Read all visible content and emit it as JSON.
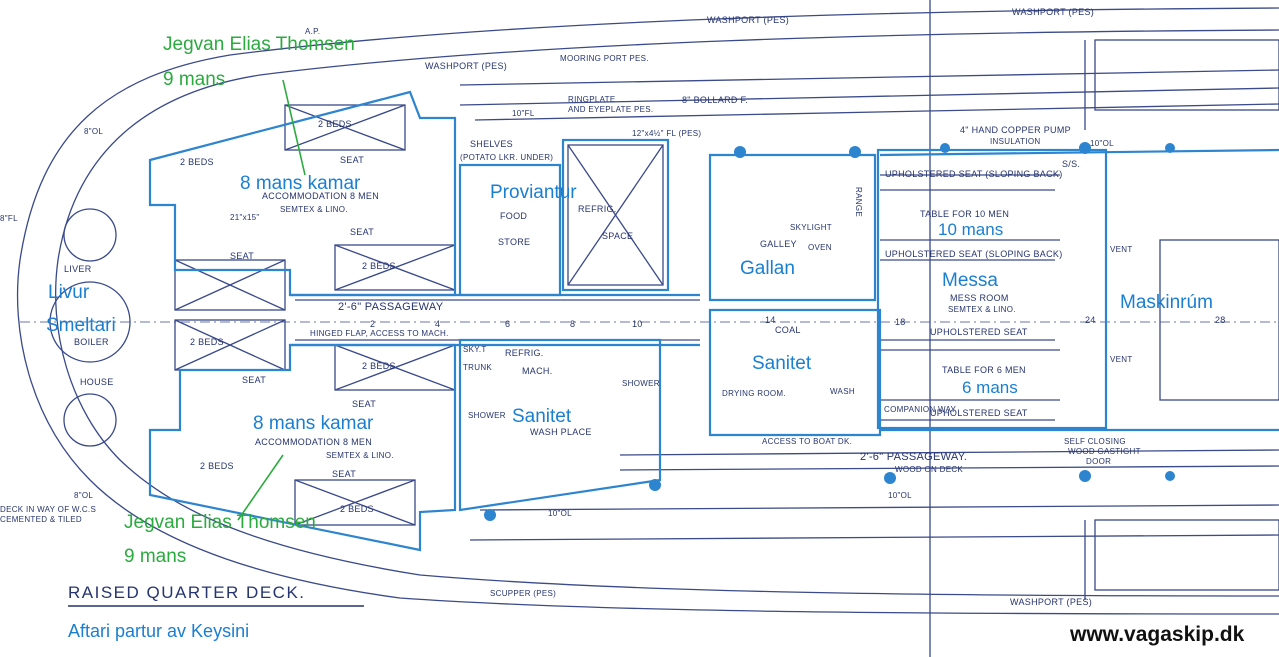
{
  "overlay_labels": {
    "crew_top_name": "Jegvan Elias Thomsen",
    "crew_top_count": "9 mans",
    "cabin_top": "8 mans kamar",
    "proviantur": "Proviantur",
    "livur": "Livur",
    "smeltari": "Smeltari",
    "gallan": "Gallan",
    "messa": "Messa",
    "mess_table_top": "10 mans",
    "maskinrum": "Maskinrúm",
    "sanitet_right": "Sanitet",
    "sanitet_left": "Sanitet",
    "cabin_bottom": "8 mans kamar",
    "crew_bottom_name": "Jegvan Elias Thomsen",
    "crew_bottom_count": "9 mans",
    "mess_table_bottom": "6 mans"
  },
  "printed_labels": {
    "washport_1": "WASHPORT (PES)",
    "washport_2": "WASHPORT (PES)",
    "washport_3": "WASHPORT (PES)",
    "washport_4": "WASHPORT (PES)",
    "ap": "A.P.",
    "mooring_port": "MOORING PORT PES.",
    "ringplate": "RINGPLATE",
    "eyeplate": "AND EYEPLATE PES.",
    "bollard": "8\" BOLLARD F.",
    "fl_10_a": "10\"FL",
    "fl_8_a": "8\"OL",
    "fl_8_b": "8\"OL",
    "fl_8_left": "8\"FL",
    "fl_12": "12\"x4½\" FL (PES)",
    "hand_pump": "4\" HAND COPPER PUMP",
    "insulation": "INSULATION",
    "beds_1": "2 BEDS",
    "beds_2": "2 BEDS",
    "beds_3": "2 BEDS",
    "beds_4": "2 BEDS",
    "beds_5": "2 BEDS",
    "beds_6": "2 BEDS",
    "beds_7": "2 BEDS",
    "seat_1": "SEAT",
    "seat_2": "SEAT",
    "seat_3": "SEAT",
    "seat_4": "SEAT",
    "seat_5": "SEAT",
    "seat_6": "SEAT",
    "accommodation_top": "ACCOMMODATION 8 MEN",
    "semtex_top": "SEMTEX & LINO.",
    "accommodation_bottom": "ACCOMMODATION 8 MEN",
    "semtex_bottom": "SEMTEX & LINO.",
    "shelves": "SHELVES",
    "potato": "(POTATO LKR. UNDER)",
    "food": "FOOD",
    "store": "STORE",
    "refrig": "REFRIG.",
    "space": "SPACE",
    "galley": "GALLEY",
    "skylight": "SKYLIGHT",
    "oven": "OVEN",
    "range": "RANGE",
    "upholstered_1": "UPHOLSTERED SEAT (SLOPING BACK)",
    "table_10": "TABLE FOR 10 MEN",
    "upholstered_2": "UPHOLSTERED SEAT (SLOPING BACK)",
    "mess_room": "MESS ROOM",
    "mess_semtex": "SEMTEX & LINO.",
    "upholstered_3": "UPHOLSTERED SEAT",
    "table_6": "TABLE FOR 6 MEN",
    "upholstered_4": "UPHOLSTERED SEAT",
    "ss": "S/S.",
    "liver": "LIVER",
    "boiler": "BOILER",
    "house": "HOUSE",
    "passageway_top": "2'-6\" PASSAGEWAY",
    "hinged_flap": "HINGED FLAP, ACCESS TO MACH.",
    "refrig_mach": "REFRIG.",
    "mach": "MACH.",
    "sky_t": "SKY.T",
    "trunk": "TRUNK",
    "shower_1": "SHOWER",
    "shower_2": "SHOWER",
    "wash_place": "WASH PLACE",
    "coal": "COAL",
    "drying_room": "DRYING ROOM.",
    "wash": "WASH",
    "companion_way": "COMPANION WAY",
    "access_boat_deck": "ACCESS TO BOAT DK.",
    "passageway_bottom": "2'-6\" PASSAGEWAY.",
    "wood_deck": "WOOD ON DECK",
    "self_closing": "SELF CLOSING",
    "wood_gastight": "WOOD GASTIGHT",
    "door": "DOOR",
    "deck_in_way": "DECK IN WAY OF W.C.S",
    "cemented": "CEMENTED & TILED",
    "scupper": "SCUPPER (PES)",
    "fl_10_b": "10\"OL",
    "fl_10_c": "10\"OL",
    "fl_10_d": "10\"OL",
    "vent_1": "VENT",
    "vent_2": "VENT",
    "frame_2": "2",
    "frame_4": "4",
    "frame_6": "6",
    "frame_8": "8",
    "frame_10": "10",
    "frame_14": "14",
    "frame_18": "18",
    "frame_24": "24",
    "frame_28": "28",
    "dim_21": "21\"x15\""
  },
  "footer": {
    "deck_title": "RAISED QUARTER DECK.",
    "caption": "Aftari partur av Keysini",
    "website": "www.vagaskip.dk"
  },
  "colors": {
    "overlay_blue": "#1a7fd1",
    "overlay_green": "#2bab3e",
    "print_ink": "#26346f",
    "background": "#ffffff"
  }
}
